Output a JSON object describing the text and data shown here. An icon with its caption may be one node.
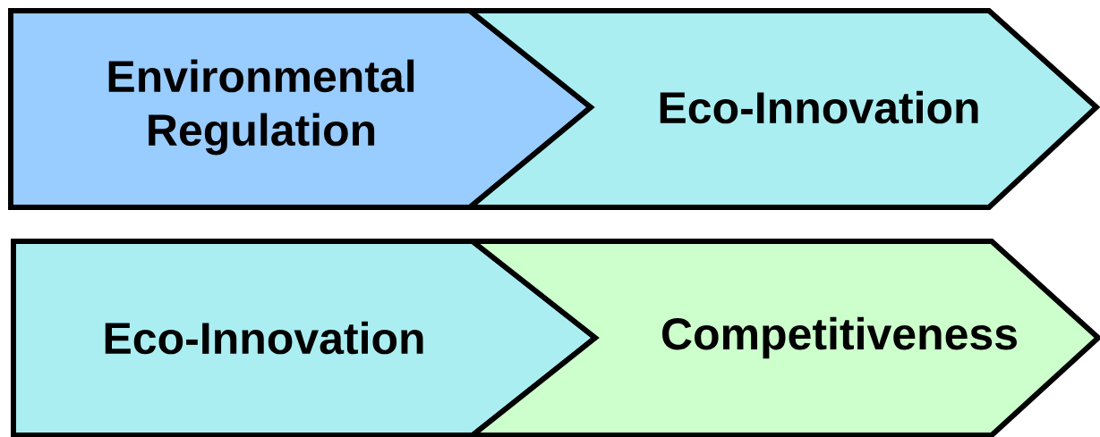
{
  "diagram": {
    "nodes": [
      {
        "text": [
          "Environmental Regulation"
        ]
      },
      {
        "text": [
          "Eco-Innovation"
        ]
      },
      {
        "text": [
          "Eco-Innovation"
        ]
      },
      {
        "text": [
          "Competitiveness"
        ]
      }
    ]
  }
}
